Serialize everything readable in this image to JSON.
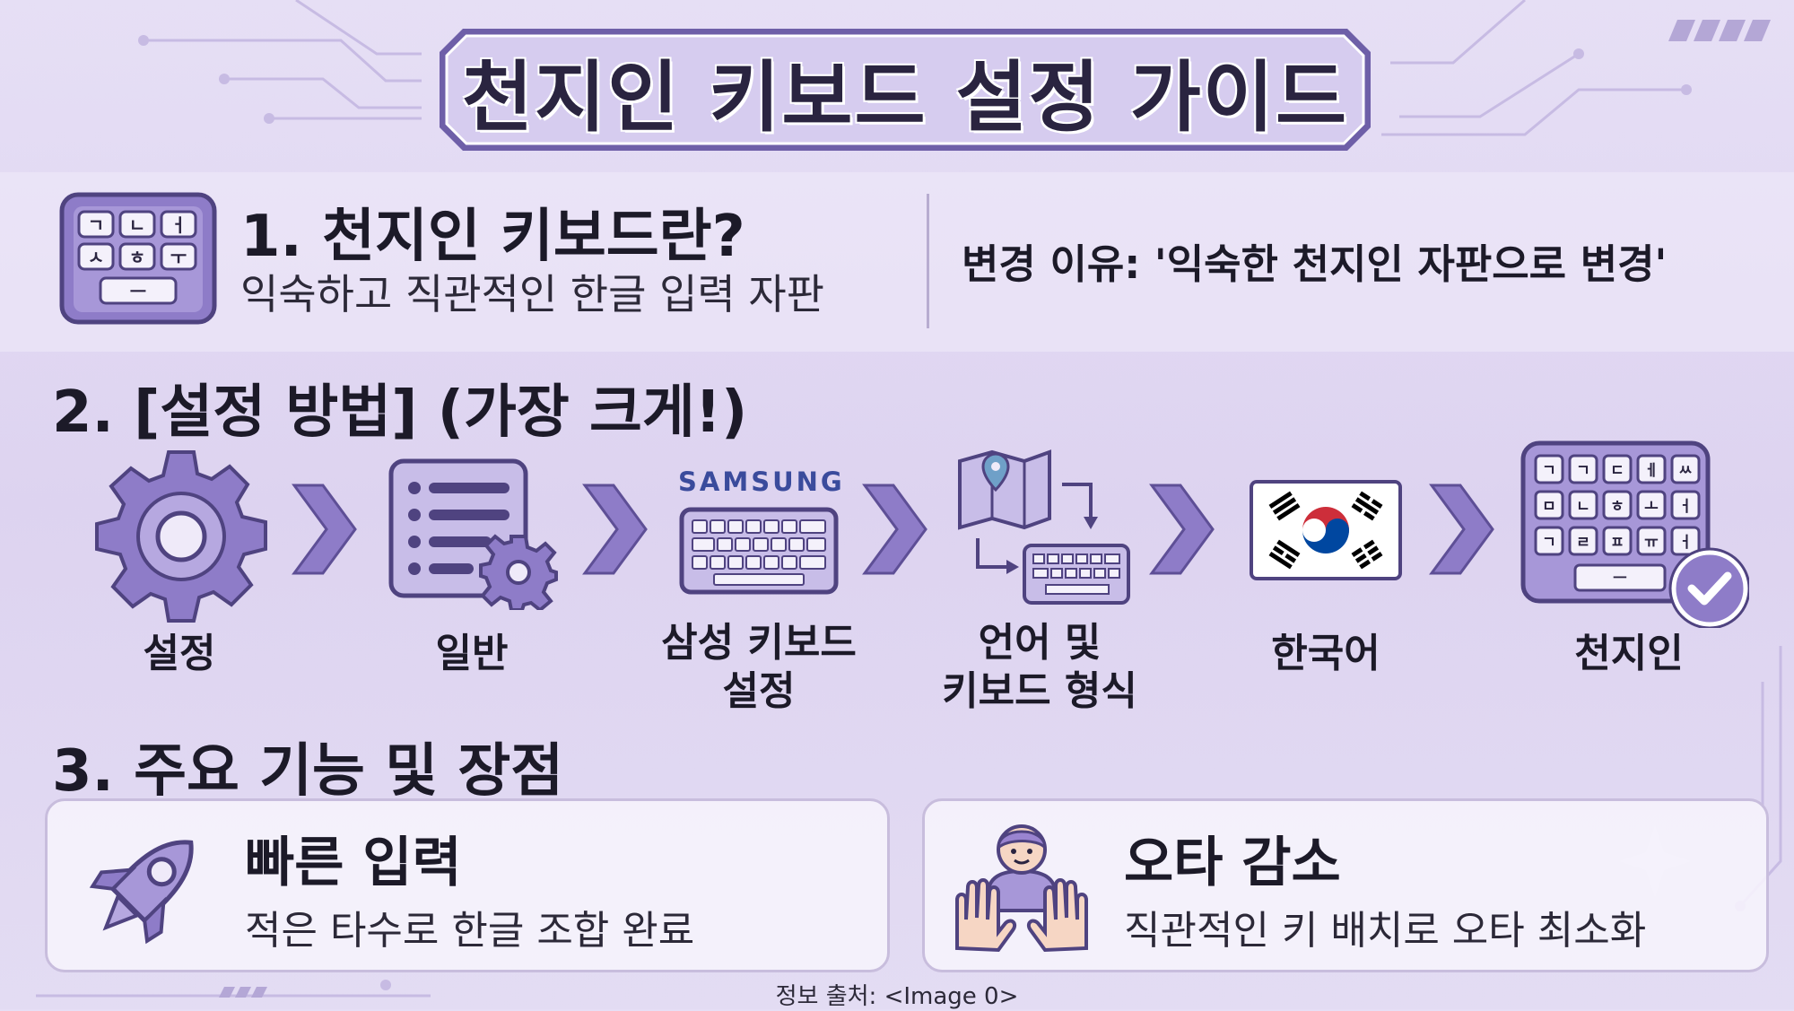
{
  "title": "천지인 키보드 설정 가이드",
  "section1": {
    "title": "1. 천지인 키보드란?",
    "description": "익숙하고 직관적인 한글 입력 자판",
    "reason": "변경 이유: '익숙한 천지인 자판으로 변경'",
    "keys": [
      "ㄱ",
      "ㄴ",
      "ㅓ",
      "ㅅ",
      "ㅎ",
      "ㅜ",
      "ㅡ"
    ]
  },
  "section2": {
    "title": "2. [설정 방법] (가장 크게!)",
    "steps": [
      {
        "label_line1": "설정",
        "label_line2": "",
        "icon": "gear-icon"
      },
      {
        "label_line1": "일반",
        "label_line2": "",
        "icon": "list-settings-icon"
      },
      {
        "label_line1": "삼성 키보드",
        "label_line2": "설정",
        "icon": "samsung-keyboard-icon"
      },
      {
        "label_line1": "언어 및",
        "label_line2": "키보드 형식",
        "icon": "language-keyboard-icon"
      },
      {
        "label_line1": "한국어",
        "label_line2": "",
        "icon": "korea-flag-icon"
      },
      {
        "label_line1": "천지인",
        "label_line2": "",
        "icon": "cheonjiin-keyboard-check-icon"
      }
    ],
    "samsung_text": "SAMSUNG",
    "final_keys": [
      "ㄱ",
      "ㄱ",
      "ㄷ",
      "ㅔ",
      "ㅆ",
      "ㅁ",
      "ㄴ",
      "ㅎ",
      "ㅗ",
      "ㅓ",
      "ㄱ",
      "ㄹ",
      "ㅍ",
      "ㅠ",
      "ㅓ",
      "ㅡ"
    ]
  },
  "section3": {
    "title": "3. 주요 기능 및 장점",
    "cards": [
      {
        "title": "빠른 입력",
        "description": "적은 타수로 한글 조합 완료",
        "icon": "rocket-icon"
      },
      {
        "title": "오타 감소",
        "description": "직관적인 키 배치로 오타 최소화",
        "icon": "person-hands-icon"
      }
    ]
  },
  "footer": "정보 출처: <Image 0>",
  "colors": {
    "accent": "#8a78c4",
    "accent_dark": "#5e4f96",
    "background": "#e2daf3",
    "plate": "#d9cff0"
  }
}
